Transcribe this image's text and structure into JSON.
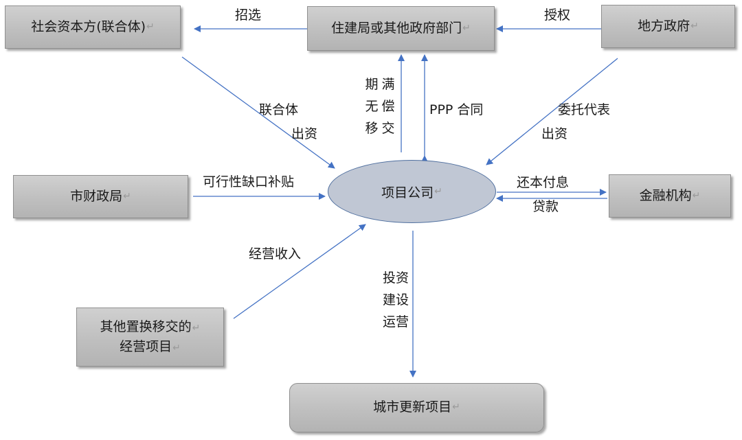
{
  "nodes": {
    "social_capital": {
      "label": "社会资本方(联合体)"
    },
    "housing_bureau": {
      "label": "住建局或其他政府部门"
    },
    "local_government": {
      "label": "地方政府"
    },
    "project_company": {
      "label": "项目公司"
    },
    "finance_bureau": {
      "label": "市财政局"
    },
    "financial_institution": {
      "label": "金融机构"
    },
    "other_projects": {
      "line1": "其他置换移交的",
      "line2": "经营项目"
    },
    "urban_renewal": {
      "label": "城市更新项目"
    }
  },
  "edges": {
    "selection": {
      "label": "招选"
    },
    "authorization": {
      "label": "授权"
    },
    "consortium_investment": {
      "line1": "联合体",
      "line2": "出资"
    },
    "handover": {
      "chars": [
        "期",
        "满",
        "无",
        "偿",
        "移",
        "交"
      ]
    },
    "ppp_contract": {
      "label": "PPP 合同"
    },
    "entrusted_investment": {
      "line1": "委托代表",
      "line2": "出资"
    },
    "viability_gap_subsidy": {
      "label": "可行性缺口补贴"
    },
    "repayment": {
      "label": "还本付息"
    },
    "loan": {
      "label": "贷款"
    },
    "operating_income": {
      "label": "经营收入"
    },
    "invest_build_operate": {
      "lines": [
        "投资",
        "建设",
        "运营"
      ]
    }
  },
  "paragraph_mark": "↵",
  "colors": {
    "arrow": "#4472c4",
    "box_fill": "#bfbfbf",
    "oval_fill": "#c0c7d4"
  }
}
